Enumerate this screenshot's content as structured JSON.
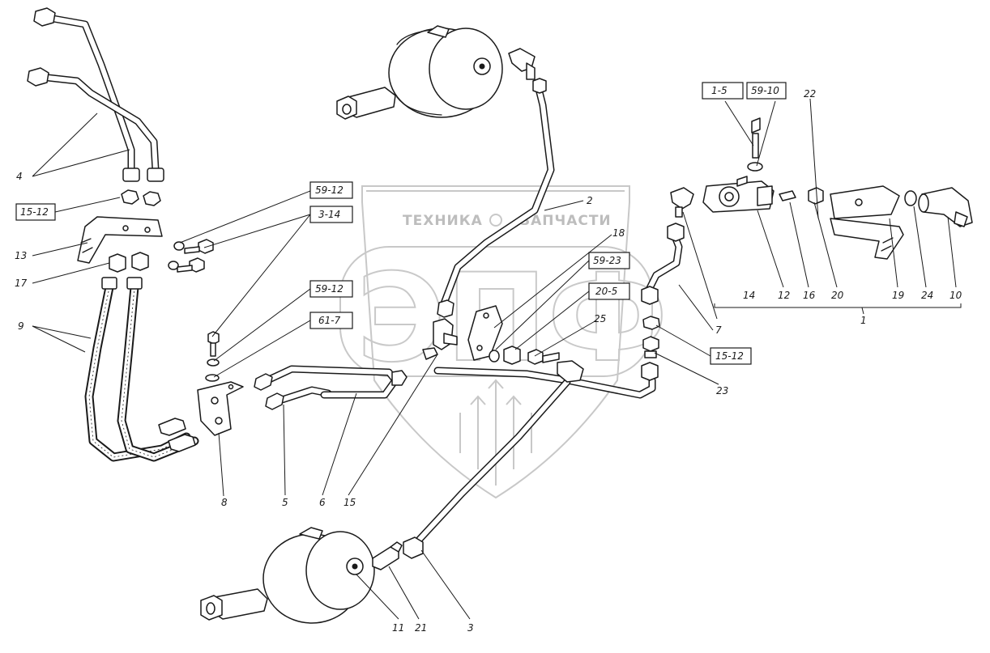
{
  "watermark": {
    "brand_left": "ТЕХНИКА",
    "brand_right": "ЗАПЧАСТИ",
    "logo_text": "ЭПФ"
  },
  "part_numbers": {
    "n1": "1",
    "n2": "2",
    "n3": "3",
    "n4": "4",
    "n5": "5",
    "n6": "6",
    "n7": "7",
    "n8": "8",
    "n9": "9",
    "n10": "10",
    "n11": "11",
    "n12": "12",
    "n13": "13",
    "n14": "14",
    "n15a": "15",
    "n16": "16",
    "n17": "17",
    "n18": "18",
    "n19": "19",
    "n20": "20",
    "n21": "21",
    "n22": "22",
    "n23": "23",
    "n24": "24",
    "n25": "25"
  },
  "reference_boxes": {
    "r_15_12_left": "15-12",
    "r_59_12_top": "59-12",
    "r_3_14": "3-14",
    "r_59_12_mid": "59-12",
    "r_61_7": "61-7",
    "r_59_23": "59-23",
    "r_20_5": "20-5",
    "r_15_12_right": "15-12",
    "r_1_5": "1-5",
    "r_59_10": "59-10"
  }
}
